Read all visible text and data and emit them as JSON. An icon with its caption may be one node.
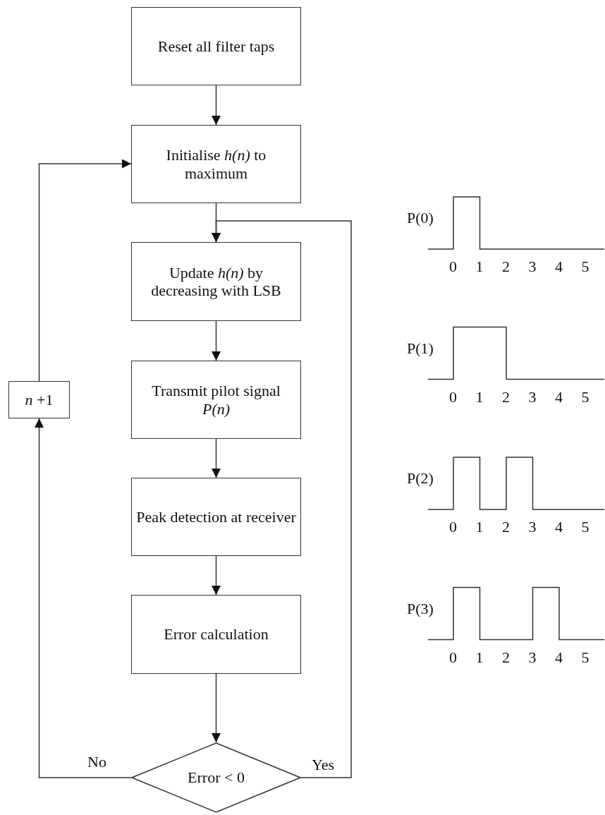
{
  "diagram": {
    "nodes": [
      {
        "text": [
          "Reset all filter taps"
        ]
      },
      {
        "text": [
          "Initialise *h(n)* to maximum"
        ]
      },
      {
        "text": [
          "Update *h(n)* by decreasing with LSB"
        ]
      },
      {
        "text": [
          "Transmit pilot signal *P(n)*"
        ]
      },
      {
        "text": [
          "Peak detection at receiver"
        ]
      },
      {
        "text": [
          "Error calculation"
        ]
      },
      {
        "text": [
          "Error < 0"
        ]
      },
      {
        "text": [
          "*n* +1"
        ]
      }
    ],
    "edges": [
      {
        "from": 0,
        "to": 1,
        "arrow": "to"
      },
      {
        "from": 1,
        "to": 2,
        "arrow": "to"
      },
      {
        "from": 2,
        "to": 3,
        "arrow": "to"
      },
      {
        "from": 3,
        "to": 4,
        "arrow": "to"
      },
      {
        "from": 4,
        "to": 5,
        "arrow": "to"
      },
      {
        "from": 5,
        "to": 6,
        "arrow": "to"
      },
      {
        "from": 6,
        "to": 7,
        "arrow": "to",
        "label": "No"
      },
      {
        "from": 7,
        "to": 1,
        "arrow": "to"
      },
      {
        "from": 6,
        "to": 2,
        "arrow": "to",
        "label": "Yes"
      }
    ],
    "labels": [
      "P(0)",
      "0",
      "1",
      "2",
      "3",
      "4",
      "5",
      "P(1)",
      "0",
      "1",
      "2",
      "3",
      "4",
      "5",
      "P(2)",
      "0",
      "1",
      "2",
      "3",
      "4",
      "5",
      "P(3)",
      "0",
      "1",
      "2",
      "3",
      "4",
      "5"
    ]
  }
}
